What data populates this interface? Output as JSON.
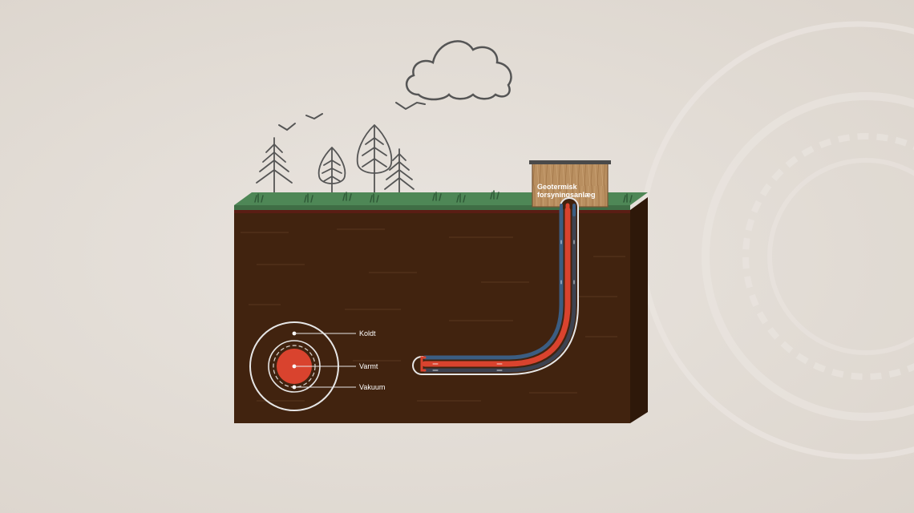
{
  "facility": {
    "line1": "Geotermisk",
    "line2": "forsyningsanlæg"
  },
  "legend": {
    "cold": "Koldt",
    "warm": "Varmt",
    "vacuum": "Vakuum"
  },
  "colors": {
    "soil": "#41230f",
    "grass": "#4e8756",
    "hot_pipe": "#d9432e",
    "cold_pipe": "#3b5d82",
    "cabin_wood": "#b58a5c",
    "sketch_line": "#555555"
  },
  "icons": [
    "cloud-icon",
    "bird-icon",
    "pine-tree-icon",
    "leaf-tree-icon"
  ]
}
